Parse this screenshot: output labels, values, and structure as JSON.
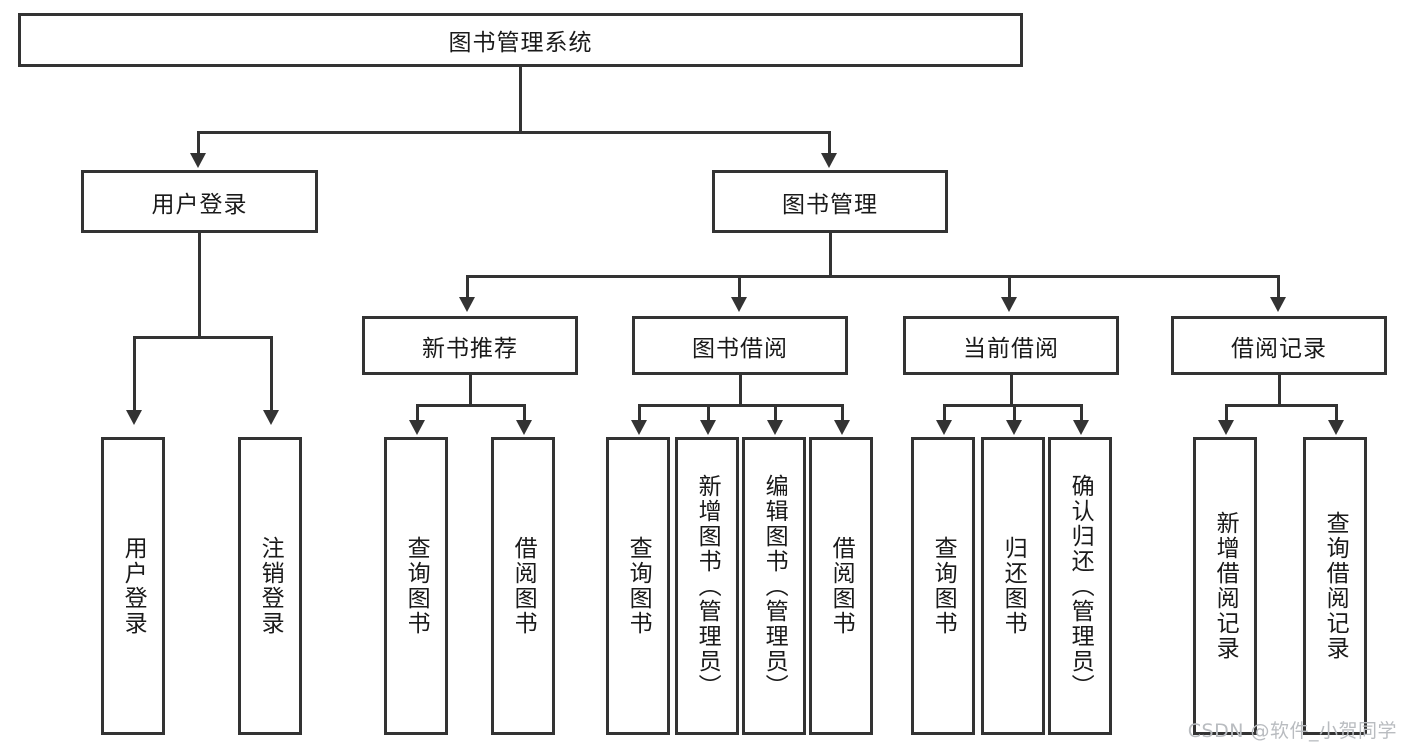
{
  "diagram": {
    "title": "图书管理系统",
    "root": {
      "label": "图书管理系统"
    },
    "level2": [
      {
        "label": "用户登录"
      },
      {
        "label": "图书管理"
      }
    ],
    "level3": [
      {
        "label": "新书推荐"
      },
      {
        "label": "图书借阅"
      },
      {
        "label": "当前借阅"
      },
      {
        "label": "借阅记录"
      }
    ],
    "leaves": {
      "user_login": [
        {
          "label": "用户登录"
        },
        {
          "label": "注销登录"
        }
      ],
      "new_book_recommend": [
        {
          "label": "查询图书"
        },
        {
          "label": "借阅图书"
        }
      ],
      "book_borrow": [
        {
          "label": "查询图书"
        },
        {
          "label": "新增图书（管理员）"
        },
        {
          "label": "编辑图书（管理员）"
        },
        {
          "label": "借阅图书"
        }
      ],
      "current_borrow": [
        {
          "label": "查询图书"
        },
        {
          "label": "归还图书"
        },
        {
          "label": "确认归还（管理员）"
        }
      ],
      "borrow_record": [
        {
          "label": "新增借阅记录"
        },
        {
          "label": "查询借阅记录"
        }
      ]
    }
  },
  "watermark": {
    "text": "CSDN @软件_小贺同学"
  },
  "colors": {
    "stroke": "#333333",
    "background": "#ffffff",
    "text": "#1a1a1a",
    "watermark": "#b9bcc0"
  }
}
